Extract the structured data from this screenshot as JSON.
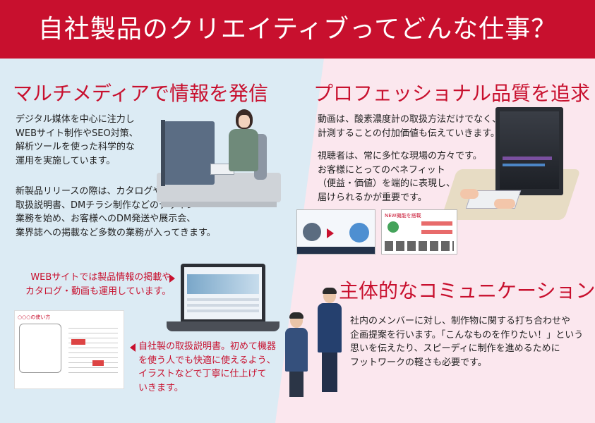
{
  "header": {
    "title": "自社製品のクリエイティブってどんな仕事？"
  },
  "section_media": {
    "heading": "マルチメディアで情報を発信",
    "para1": [
      "デジタル媒体を中心に注力し",
      "WEBサイト制作やSEO対策、",
      "解析ツールを使った科学的な",
      "運用を実施しています。"
    ],
    "para2": [
      "新製品リリースの際は、カタログや",
      "取扱説明書、DMチラシ制作などのデザイン",
      "業務を始め、お客様へのDM発送や展示会、",
      "業界誌への掲載など多数の業務が入ってきます。"
    ]
  },
  "section_quality": {
    "heading": "プロフェッショナル品質を追求",
    "para1": [
      "動画は、酸素濃度計の取扱方法だけでなく、",
      "計測することの付加価値も伝えていきます。"
    ],
    "para2": [
      "視聴者は、常に多忙な現場の方々です。",
      "お客様にとってのベネフィット",
      "（便益・価値）を端的に表現し、",
      "届けられるかが重要です。"
    ],
    "thumb2_title": "NEW機能を搭載"
  },
  "web_note": [
    "WEBサイトでは製品情報の掲載や",
    "カタログ・動画も運用しています。"
  ],
  "manual_note": [
    "自社製の取扱説明書。初めて機器",
    "を使う人でも快適に使えるよう、",
    "イラストなどで丁寧に仕上げて",
    "いきます。"
  ],
  "manual_thumb_title": "○○○の使い方",
  "section_comm": {
    "heading": "主体的なコミュニケーション",
    "para": [
      "社内のメンバーに対し、制作物に関する打ち合わせや",
      "企画提案を行います。「こんなものを作りたい！」という",
      "思いを伝えたり、スピーディに制作を進めるために",
      "フットワークの軽さも必要です。"
    ]
  },
  "colors": {
    "brand_red": "#c8102e",
    "left_bg": "#dcebf4",
    "right_bg": "#fbe7ee"
  }
}
